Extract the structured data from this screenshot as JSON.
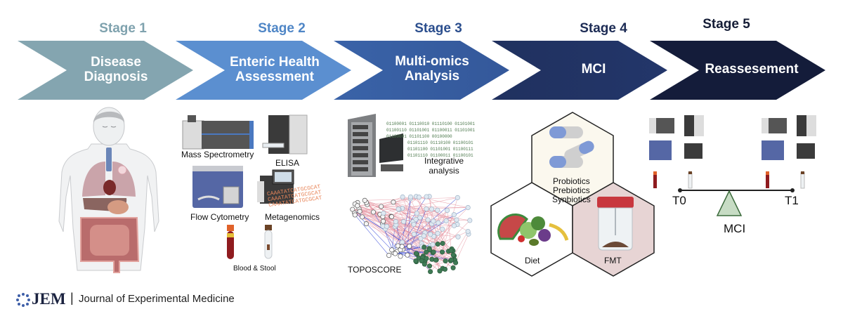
{
  "stages": [
    {
      "title": "Stage 1",
      "label_lines": [
        "Disease",
        "Diagnosis"
      ],
      "title_color": "#7fa2ae",
      "fill": "#84a5b0"
    },
    {
      "title": "Stage 2",
      "label_lines": [
        "Enteric Health",
        "Assessment"
      ],
      "title_color": "#4f86c6",
      "fill": "#5b8fd0"
    },
    {
      "title": "Stage 3",
      "label_lines": [
        "Multi-omics",
        "Analysis"
      ],
      "title_color": "#2c4f8e",
      "fill": "#3a62a6"
    },
    {
      "title": "Stage 4",
      "label_lines": [
        "MCI"
      ],
      "title_color": "#1d2c55",
      "fill": "#1f3060"
    },
    {
      "title": "Stage 5",
      "label_lines": [
        "Reassesement"
      ],
      "title_color": "#151d36",
      "fill": "#141c3a"
    }
  ],
  "stage2": {
    "mass_spec": "Mass Spectrometry",
    "elisa": "ELISA",
    "flow": "Flow Cytometry",
    "metagenomics": "Metagenomics",
    "samples": "Blood & Stool",
    "dna_text": "CAAATATCATGCGCAT"
  },
  "stage3": {
    "integrative": [
      "Integrative",
      "analysis"
    ],
    "toposcore": "TOPOSCORE",
    "binary_lines": [
      "01100001 01110010 01110100 01101001",
      "01100110 01101001 01100011 01101001",
      "01100001 01101100 00100000",
      "01101110 01110100 01100101",
      "01101100 01101001 01100111",
      "01101110 01100011 01100101"
    ]
  },
  "stage4": {
    "supplements": [
      "Probiotics",
      "Prebiotics",
      "Synbiotics"
    ],
    "diet": "Diet",
    "fmt": "FMT"
  },
  "stage5": {
    "t0": "T0",
    "t1": "T1",
    "fulcrum": "MCI"
  },
  "footer": {
    "logo": "JEM",
    "separator": "|",
    "journal": "Journal of Experimental Medicine"
  }
}
